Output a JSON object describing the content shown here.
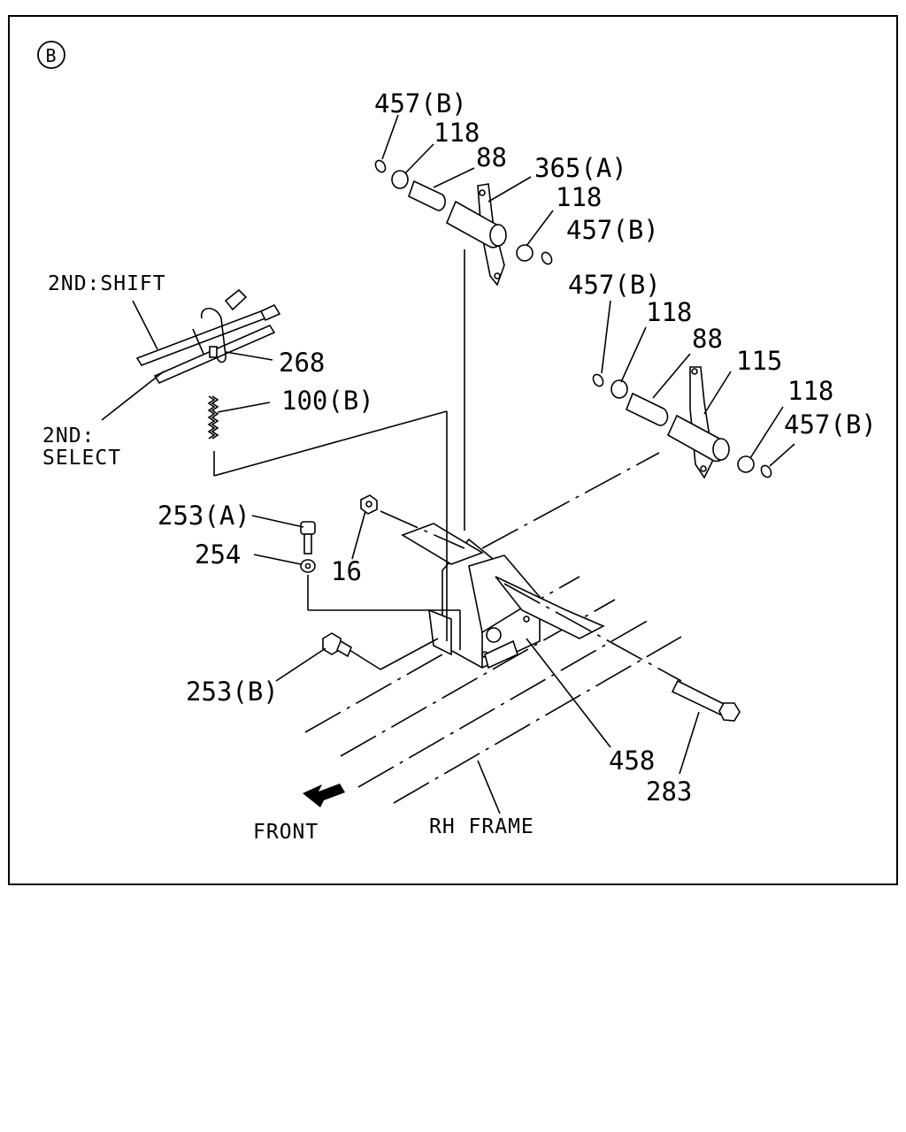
{
  "section_marker": "B",
  "labels": {
    "l457b_top": "457(B)",
    "l118_top": "118",
    "l88_top": "88",
    "l365a": "365(A)",
    "l118_mid": "118",
    "l457b_mid": "457(B)",
    "l2nd_shift": "2ND:SHIFT",
    "l268": "268",
    "l100b": "100(B)",
    "l2nd": "2ND:",
    "lselect": "SELECT",
    "l457b_r1": "457(B)",
    "l118_r1": "118",
    "l88_r": "88",
    "l115": "115",
    "l118_r2": "118",
    "l457b_r2": "457(B)",
    "l253a": "253(A)",
    "l254": "254",
    "l16": "16",
    "l253b": "253(B)",
    "l458": "458",
    "l283": "283",
    "lfront": "FRONT",
    "lrh_frame": "RH FRAME"
  }
}
